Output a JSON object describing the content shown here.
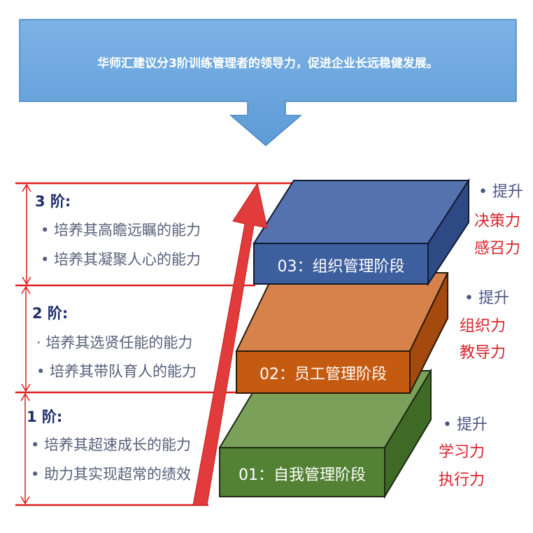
{
  "banner": {
    "text": "华师汇建议分3阶训练管理者的领导力，促进企业长远稳健发展。",
    "color": "#6fa8dc"
  },
  "stages": [
    {
      "heading": "3 阶:",
      "bullets": [
        "• 培养其高瞻远瞩的能力",
        "• 培养其凝聚人心的能力"
      ]
    },
    {
      "heading": "2 阶:",
      "bullets": [
        "· 培养其选贤任能的能力",
        "• 培养其带队育人的能力"
      ]
    },
    {
      "heading": "1 阶:",
      "bullets": [
        "• 培养其超速成长的能力",
        "• 助力其实现超常的绩效"
      ]
    }
  ],
  "blocks": [
    {
      "label": "03：组织管理阶段",
      "color": "#3e5f9e"
    },
    {
      "label": "02：员工管理阶段",
      "color": "#c55a11"
    },
    {
      "label": "01：自我管理阶段",
      "color": "#548235"
    }
  ],
  "lifts": [
    {
      "prefix": "• 提升",
      "items": [
        "决策力",
        "感召力"
      ]
    },
    {
      "prefix": "• 提升",
      "items": [
        "组织力",
        "教导力"
      ]
    },
    {
      "prefix": "• 提升",
      "items": [
        "学习力",
        "执行力"
      ]
    }
  ]
}
